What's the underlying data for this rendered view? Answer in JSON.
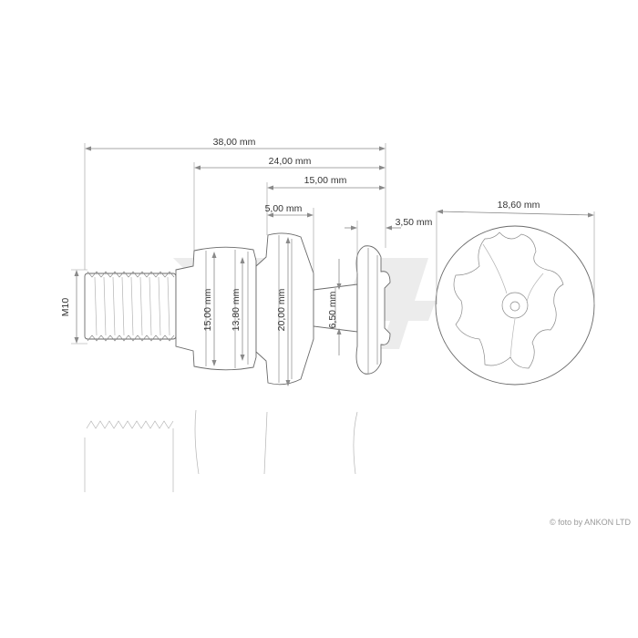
{
  "dimensions": {
    "total_length": "38,00 mm",
    "length_24": "24,00 mm",
    "length_15": "15,00 mm",
    "length_5": "5,00 mm",
    "length_3_5": "3,50 mm",
    "head_diameter": "18,60 mm",
    "thread": "M10",
    "shank_diameter_15": "15,00 mm",
    "shank_diameter_13_8": "13,80 mm",
    "collar_diameter": "20,00 mm",
    "neck_diameter": "6,50 mm"
  },
  "watermark": {
    "text": "VP4"
  },
  "credit": {
    "text": "© foto by ANKON LTD"
  },
  "colors": {
    "line": "#8a8a8a",
    "outline": "#6a6a6a",
    "watermark": "#e9e9e9",
    "text": "#333333"
  }
}
